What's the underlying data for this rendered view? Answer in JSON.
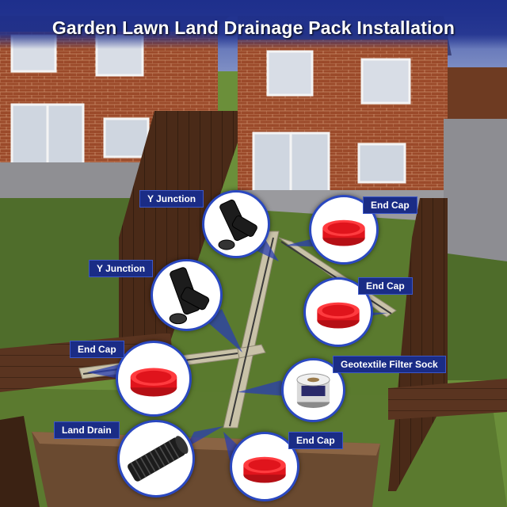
{
  "title": "Garden Lawn Land Drainage Pack Installation",
  "parts": [
    {
      "id": "y-junction-top",
      "label": "Y Junction",
      "icon": "y-junction-icon"
    },
    {
      "id": "y-junction-mid",
      "label": "Y Junction",
      "icon": "y-junction-icon"
    },
    {
      "id": "end-cap-top-right",
      "label": "End Cap",
      "icon": "end-cap-icon"
    },
    {
      "id": "end-cap-mid-right",
      "label": "End Cap",
      "icon": "end-cap-icon"
    },
    {
      "id": "end-cap-left",
      "label": "End Cap",
      "icon": "end-cap-icon"
    },
    {
      "id": "geotextile",
      "label": "Geotextile Filter Sock",
      "icon": "filter-sock-roll-icon"
    },
    {
      "id": "land-drain",
      "label": "Land Drain",
      "icon": "land-drain-pipe-icon"
    },
    {
      "id": "end-cap-bottom",
      "label": "End Cap",
      "icon": "end-cap-icon"
    }
  ],
  "colors": {
    "label_bg": "#1a2c86",
    "accent": "#2a48c0",
    "end_cap": "#e0141c",
    "pipe": "#1c1c1c"
  }
}
